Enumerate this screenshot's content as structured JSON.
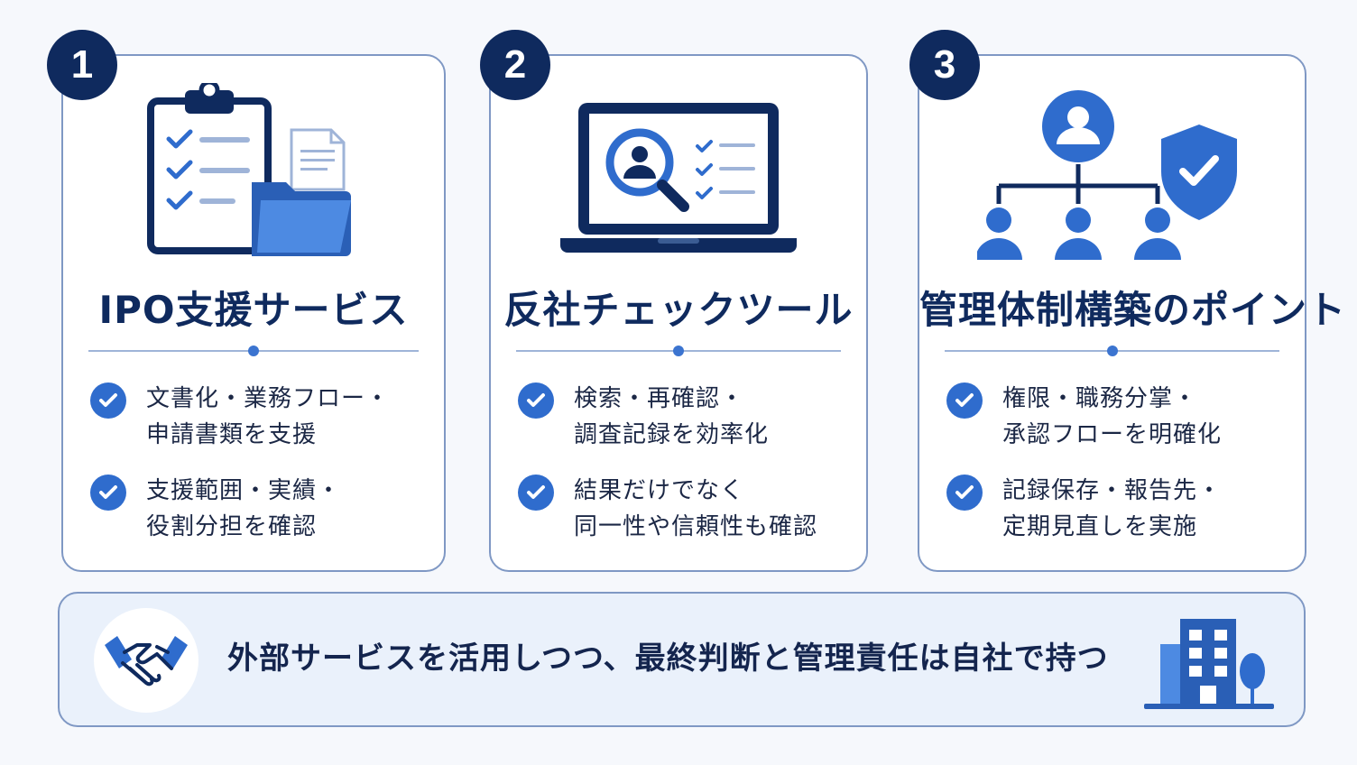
{
  "colors": {
    "navy": "#0f2a5e",
    "accent": "#2f6ccd",
    "card_border": "#7f98c4",
    "banner_bg": "#eaf1fb"
  },
  "cards": [
    {
      "number": "1",
      "icon": "clipboard-folder-icon",
      "title": "IPO支援サービス",
      "items": [
        {
          "lines": [
            "文書化・業務フロー・",
            "申請書類を支援"
          ]
        },
        {
          "lines": [
            "支援範囲・実績・",
            "役割分担を確認"
          ]
        }
      ]
    },
    {
      "number": "2",
      "icon": "laptop-search-icon",
      "title": "反社チェックツール",
      "items": [
        {
          "lines": [
            "検索・再確認・",
            "調査記録を効率化"
          ]
        },
        {
          "lines": [
            "結果だけでなく",
            "同一性や信頼性も確認"
          ]
        }
      ]
    },
    {
      "number": "3",
      "icon": "org-chart-shield-icon",
      "title": "管理体制構築のポイント",
      "items": [
        {
          "lines": [
            "権限・職務分掌・",
            "承認フローを明確化"
          ]
        },
        {
          "lines": [
            "記録保存・報告先・",
            "定期見直しを実施"
          ]
        }
      ]
    }
  ],
  "banner": {
    "left_icon": "handshake-icon",
    "text": "外部サービスを活用しつつ、最終判断と管理責任は自社で持つ",
    "right_icon": "office-building-icon"
  }
}
